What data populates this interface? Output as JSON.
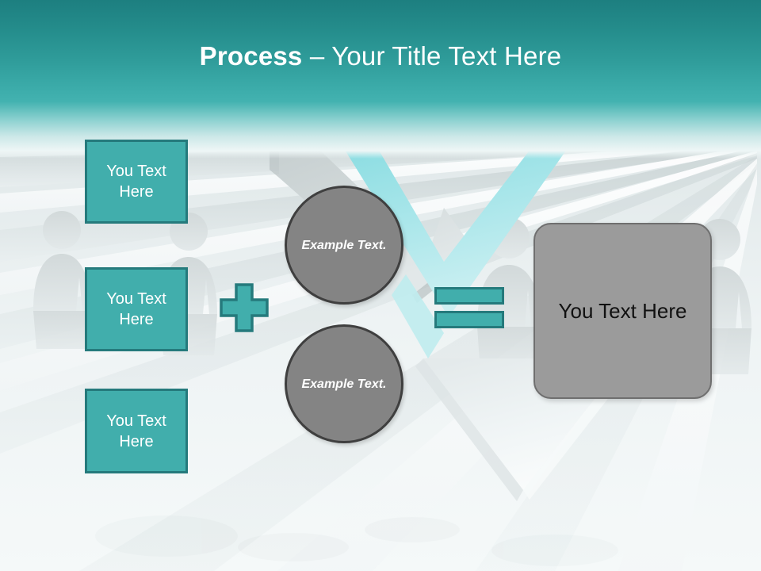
{
  "slide": {
    "title_bold": "Process",
    "title_separator": " – ",
    "title_rest": "Your Title Text Here",
    "theme": {
      "header_top": "#1d7f80",
      "header_mid": "#43b2b0",
      "accent_teal": "#41aeac",
      "accent_teal_border": "#257a7c",
      "cyan_highlight": "#a7e7e9",
      "circle_fill": "#848484",
      "circle_border": "#3f3f3f",
      "result_fill": "#9b9b9b",
      "result_border": "#6f6f6f",
      "background": "#f4f8f8",
      "title_color": "#ffffff"
    }
  },
  "inputs": {
    "boxes": [
      {
        "label": "You Text Here"
      },
      {
        "label": "You Text Here"
      },
      {
        "label": "You Text Here"
      }
    ]
  },
  "operators": {
    "plus": "+",
    "equals": "="
  },
  "middle": {
    "circles": [
      {
        "label": "Example Text."
      },
      {
        "label": "Example Text."
      }
    ]
  },
  "result": {
    "label": "You Text Here"
  }
}
